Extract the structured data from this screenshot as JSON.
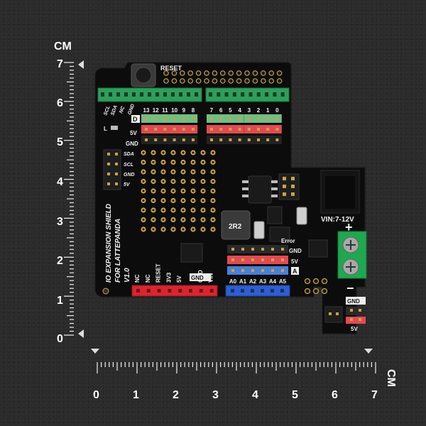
{
  "rulers": {
    "vertical": {
      "unit": "CM",
      "labels": [
        "7",
        "6",
        "5",
        "4",
        "3",
        "2",
        "1",
        "0"
      ]
    },
    "horizontal": {
      "unit": "CM",
      "labels": [
        "0",
        "1",
        "2",
        "3",
        "4",
        "5",
        "6",
        "7"
      ]
    }
  },
  "board": {
    "title_line1": "IO EXPANSION SHIELD",
    "title_line2": "FOR LATTEPANDA",
    "version": "V1.0",
    "reset_label": "RESET",
    "digital_pins": [
      "13",
      "12",
      "11",
      "10",
      "9",
      "8",
      "7",
      "6",
      "5",
      "4",
      "3",
      "2",
      "1",
      "0"
    ],
    "d_badge": "D",
    "a_badge": "A",
    "row_5v": "5V",
    "row_gnd": "GND",
    "top_left_pins": [
      "SCL",
      "SDA",
      "NC",
      "GND"
    ],
    "l_led": "L",
    "i2c_labels": [
      "SDA",
      "SCL",
      "GND",
      "5V"
    ],
    "inductor_mark": "2R2",
    "error_label": "Error",
    "vin_label": "VIN:7-12V",
    "plus_sign": "+",
    "minus_sign": "−",
    "bottom_header_labels": [
      "NC",
      "NC",
      "RESET",
      "3V3",
      "5V",
      "GND",
      "GND",
      "VIN"
    ],
    "analog_labels": [
      "A0",
      "A1",
      "A2",
      "A3",
      "A4",
      "A5"
    ],
    "power_header_gnd": "GND",
    "power_header_5v": "5V",
    "right_gnd": "GND",
    "right_5v": "5V"
  },
  "colors": {
    "pcb": "#0d0d0d",
    "header_green": "#2f9e5a",
    "header_red": "#d8262f",
    "header_blue": "#2f5ed0",
    "pin_red": "#e24a52",
    "pin_green": "#6fbf84",
    "pin_blue": "#4a7fd8",
    "terminal_green": "#1fa84f"
  }
}
